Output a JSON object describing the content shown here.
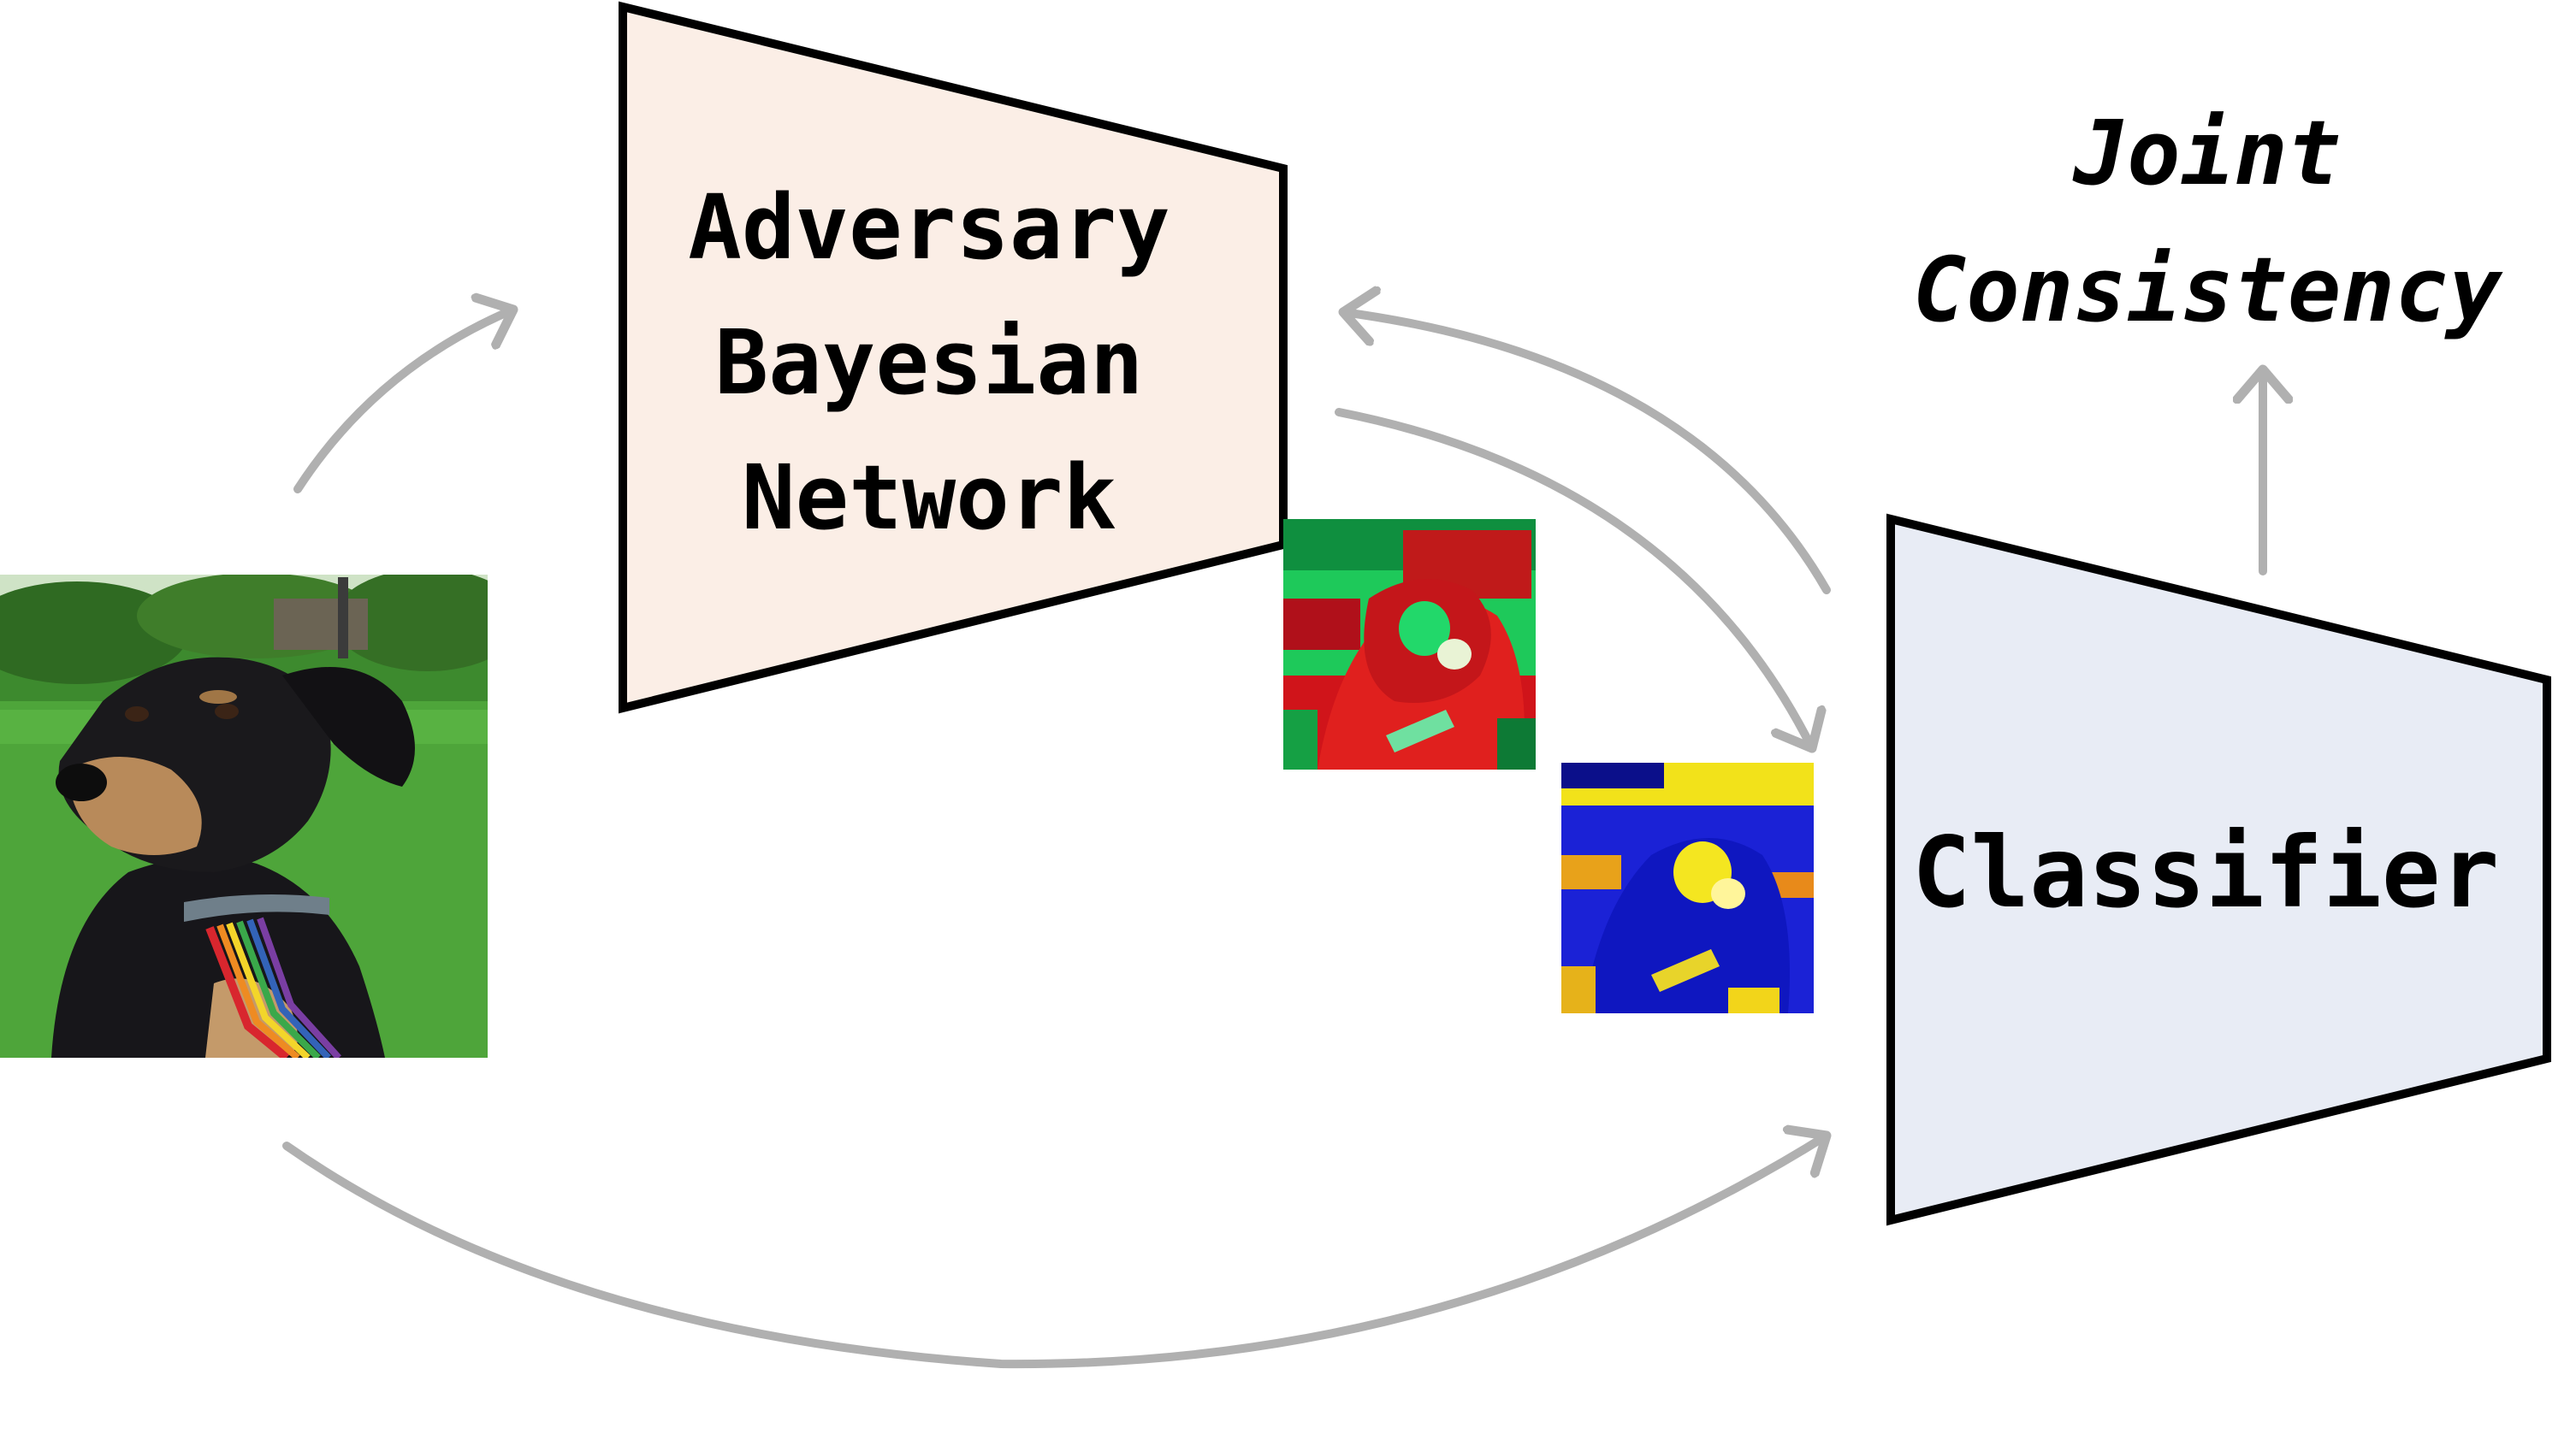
{
  "nodes": {
    "adversary": {
      "lines": [
        "Adversary",
        "Bayesian",
        "Network"
      ],
      "fill": "#fbeee6"
    },
    "classifier": {
      "label": "Classifier",
      "fill": "#e8ecf5"
    },
    "objective": {
      "lines": [
        "Joint",
        "Consistency"
      ]
    }
  },
  "images": {
    "input": "dog-photo",
    "adversarial_1": "dog-adversarial-red-green",
    "adversarial_2": "dog-adversarial-blue-yellow"
  },
  "colors": {
    "arrow": "#b0b0b0",
    "outline": "#000000"
  }
}
